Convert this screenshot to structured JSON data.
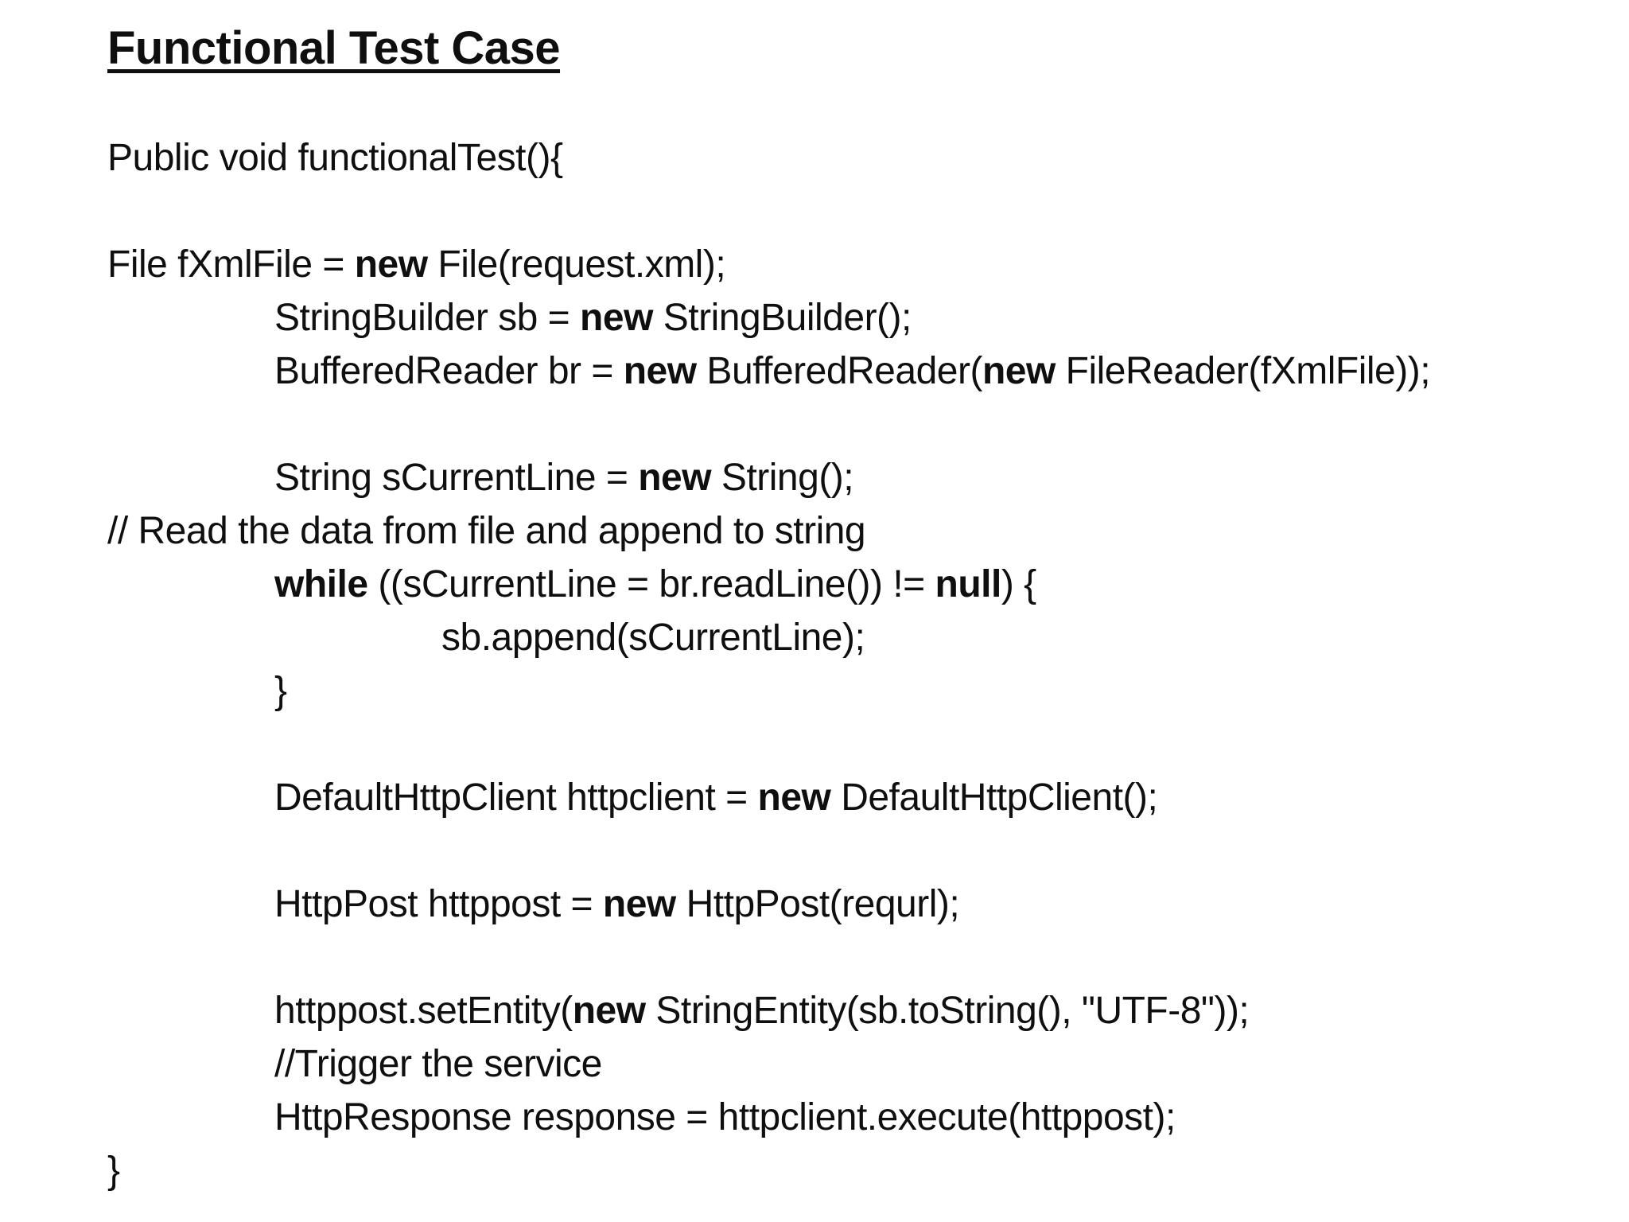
{
  "title": "Functional Test Case",
  "colors": {
    "background": "#ffffff",
    "text": "#0f0f0f"
  },
  "code_lines": [
    {
      "indent": 0,
      "segments": [
        {
          "text": "Public void functionalTest(){",
          "bold": false
        }
      ]
    },
    {
      "indent": 0,
      "segments": []
    },
    {
      "indent": 0,
      "segments": [
        {
          "text": "File fXmlFile = ",
          "bold": false
        },
        {
          "text": "new",
          "bold": true
        },
        {
          "text": " File(request.xml);",
          "bold": false
        }
      ]
    },
    {
      "indent": 1,
      "segments": [
        {
          "text": "StringBuilder sb = ",
          "bold": false
        },
        {
          "text": "new",
          "bold": true
        },
        {
          "text": " StringBuilder();",
          "bold": false
        }
      ]
    },
    {
      "indent": 1,
      "segments": [
        {
          "text": "BufferedReader br = ",
          "bold": false
        },
        {
          "text": "new",
          "bold": true
        },
        {
          "text": " BufferedReader(",
          "bold": false
        },
        {
          "text": "new",
          "bold": true
        },
        {
          "text": " FileReader(fXmlFile));",
          "bold": false
        }
      ]
    },
    {
      "indent": 0,
      "segments": []
    },
    {
      "indent": 1,
      "segments": [
        {
          "text": "String sCurrentLine = ",
          "bold": false
        },
        {
          "text": "new",
          "bold": true
        },
        {
          "text": " String();",
          "bold": false
        }
      ]
    },
    {
      "indent": 0,
      "segments": [
        {
          "text": "// Read the data from file and append to string",
          "bold": false
        }
      ]
    },
    {
      "indent": 1,
      "segments": [
        {
          "text": "while",
          "bold": true
        },
        {
          "text": " ((sCurrentLine = br.readLine()) != ",
          "bold": false
        },
        {
          "text": "null",
          "bold": true
        },
        {
          "text": ") {",
          "bold": false
        }
      ]
    },
    {
      "indent": 2,
      "segments": [
        {
          "text": "sb.append(sCurrentLine);",
          "bold": false
        }
      ]
    },
    {
      "indent": 1,
      "segments": [
        {
          "text": "}",
          "bold": false
        }
      ]
    },
    {
      "indent": 0,
      "segments": []
    },
    {
      "indent": 1,
      "segments": [
        {
          "text": "DefaultHttpClient httpclient = ",
          "bold": false
        },
        {
          "text": "new",
          "bold": true
        },
        {
          "text": " DefaultHttpClient();",
          "bold": false
        }
      ]
    },
    {
      "indent": 0,
      "segments": []
    },
    {
      "indent": 1,
      "segments": [
        {
          "text": "HttpPost httppost = ",
          "bold": false
        },
        {
          "text": "new",
          "bold": true
        },
        {
          "text": " HttpPost(requrl);",
          "bold": false
        }
      ]
    },
    {
      "indent": 0,
      "segments": []
    },
    {
      "indent": 1,
      "segments": [
        {
          "text": "httppost.setEntity(",
          "bold": false
        },
        {
          "text": "new",
          "bold": true
        },
        {
          "text": " StringEntity(sb.toString(), \"UTF-8\"));",
          "bold": false
        }
      ]
    },
    {
      "indent": 1,
      "segments": [
        {
          "text": "//Trigger the service",
          "bold": false
        }
      ]
    },
    {
      "indent": 1,
      "segments": [
        {
          "text": "HttpResponse response = httpclient.execute(httppost);",
          "bold": false
        }
      ]
    },
    {
      "indent": 0,
      "segments": [
        {
          "text": "}",
          "bold": false
        }
      ]
    }
  ]
}
